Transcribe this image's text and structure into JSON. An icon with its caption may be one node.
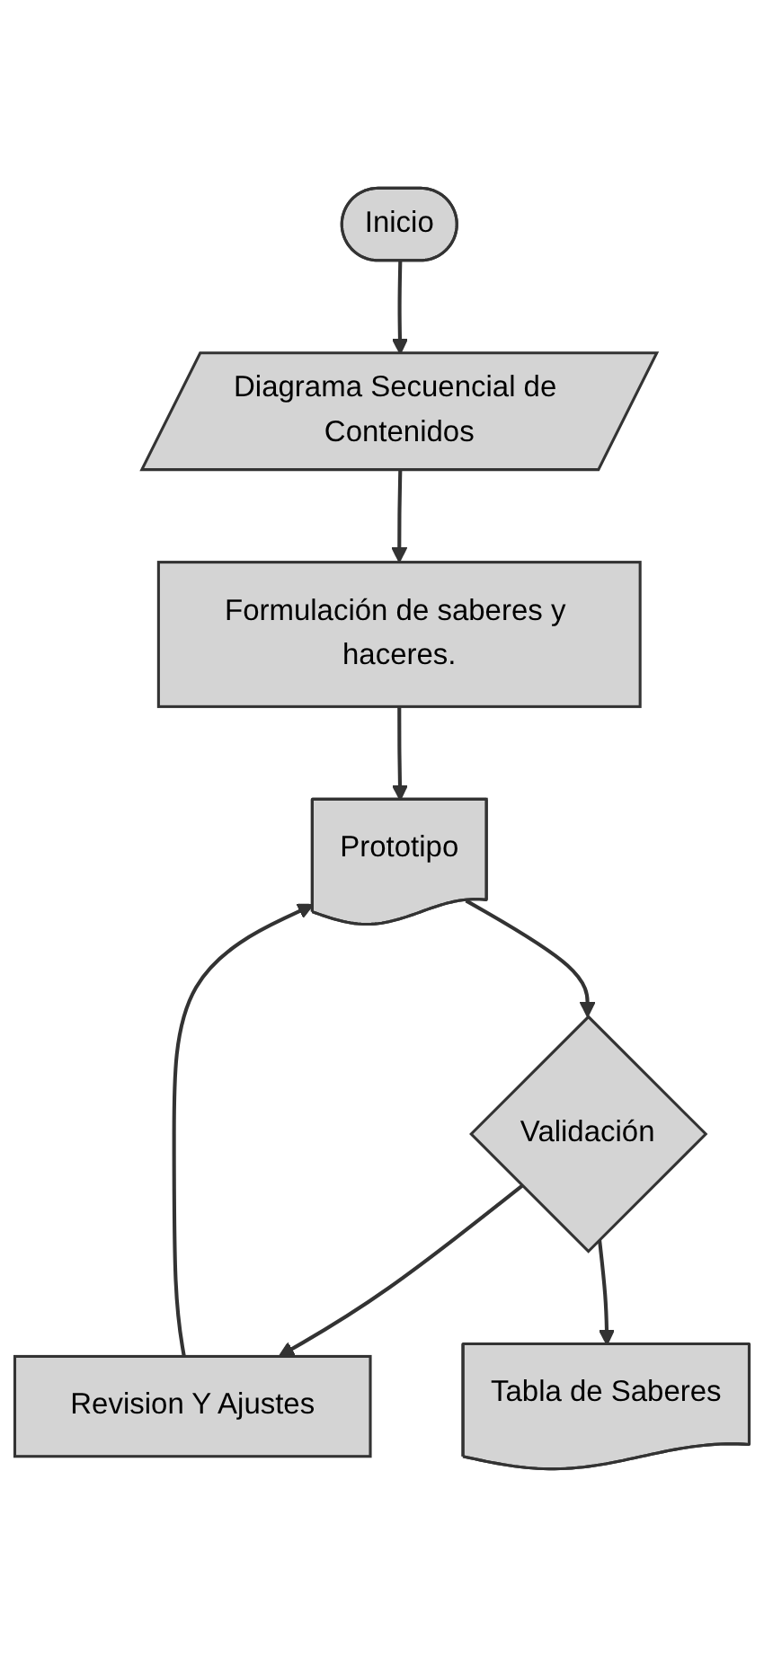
{
  "diagram": {
    "nodes": [
      {
        "text": [
          "Inicio"
        ]
      },
      {
        "text": [
          "Diagrama Secuencial de Contenidos"
        ]
      },
      {
        "text": [
          "Formulación de saberes y haceres."
        ]
      },
      {
        "text": [
          "Prototipo"
        ]
      },
      {
        "text": [
          "Validación"
        ]
      },
      {
        "text": [
          "Revision Y Ajustes"
        ]
      },
      {
        "text": [
          "Tabla de Saberes"
        ]
      }
    ],
    "edges": [
      {
        "from": 0,
        "to": 1,
        "arrow": "to"
      },
      {
        "from": 1,
        "to": 2,
        "arrow": "to"
      },
      {
        "from": 2,
        "to": 3,
        "arrow": "to"
      },
      {
        "from": 3,
        "to": 4,
        "arrow": "to"
      },
      {
        "from": 4,
        "to": 5,
        "arrow": "to"
      },
      {
        "from": 4,
        "to": 6,
        "arrow": "to"
      },
      {
        "from": 5,
        "to": 3,
        "arrow": "to"
      }
    ]
  }
}
